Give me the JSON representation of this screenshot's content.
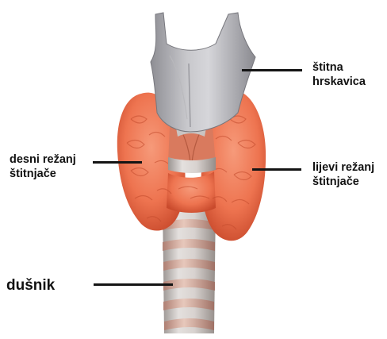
{
  "labels": {
    "cartilage": [
      "štitna",
      "hrskavica"
    ],
    "right_lobe": [
      "desni režanj",
      "štitnjače"
    ],
    "left_lobe": [
      "lijevi režanj",
      "štitnjače"
    ],
    "trachea": "dušnik"
  },
  "colors": {
    "gland": "#ee7450",
    "gland_dark": "#c94a2c",
    "cartilage": "#a9a9ad",
    "trachea_ring": "#d4cfcc",
    "leader_line": "#141414"
  }
}
